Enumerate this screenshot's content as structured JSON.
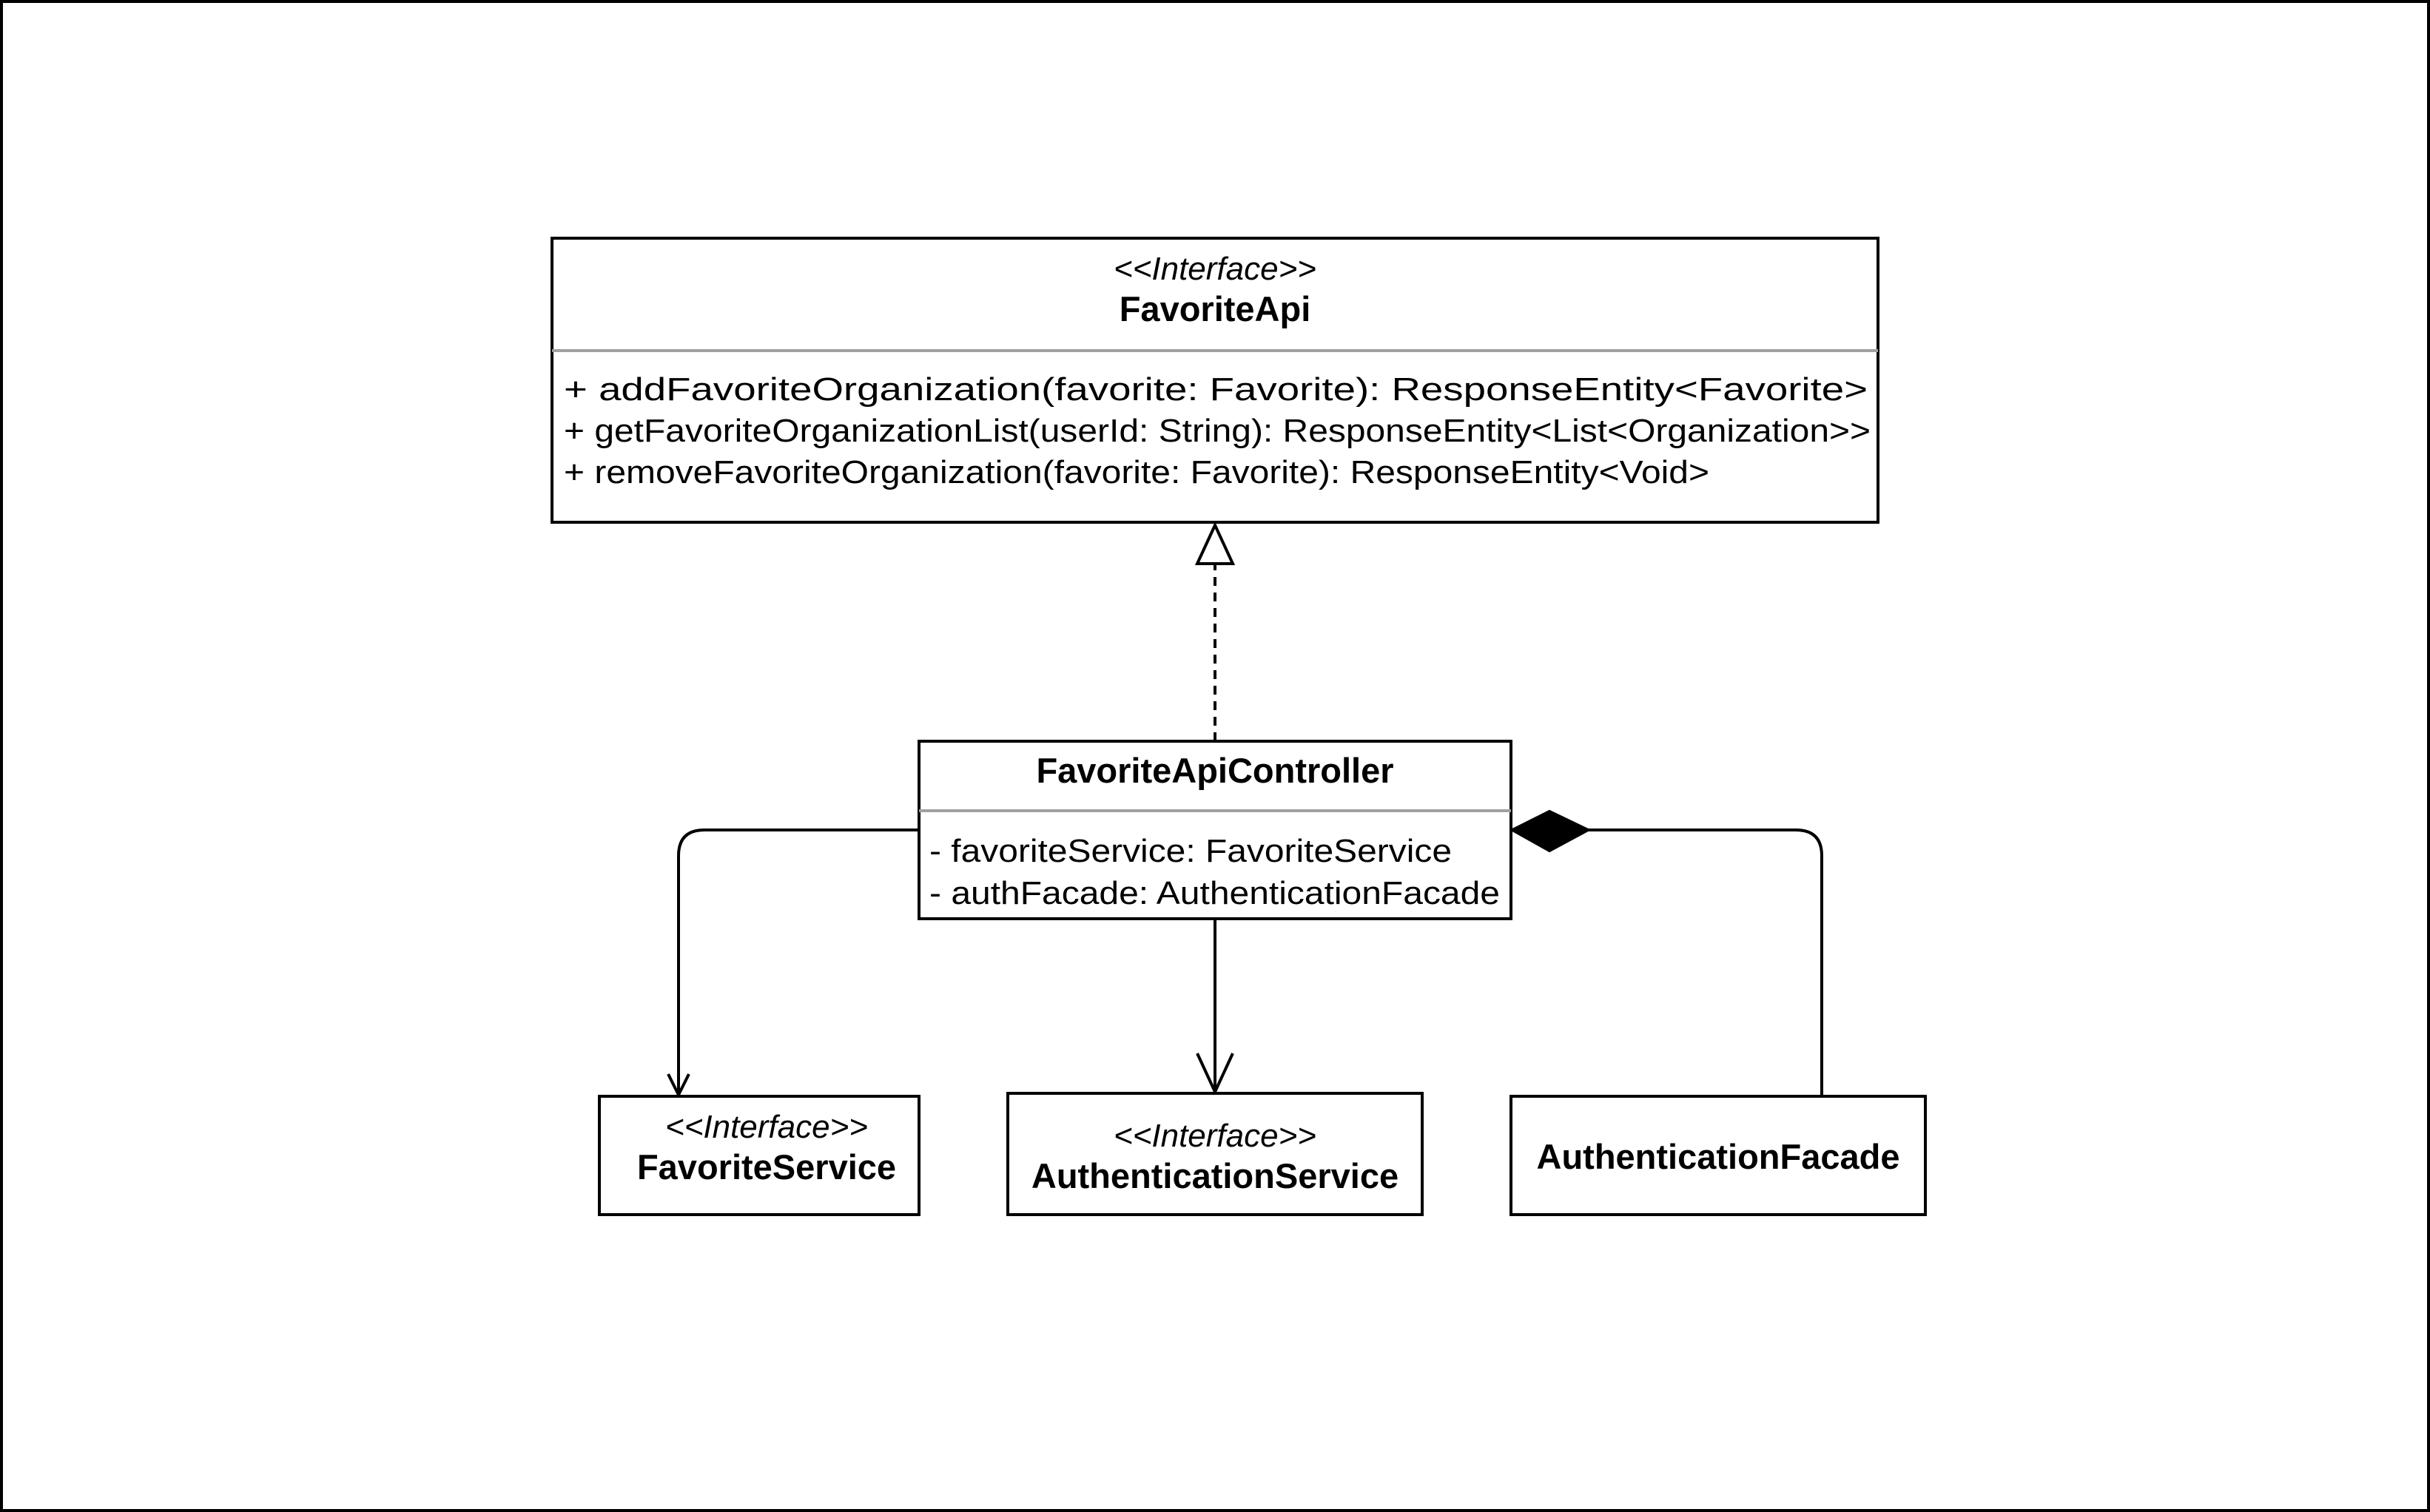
{
  "diagram": {
    "classes": {
      "favorite_api": {
        "stereotype": "<<Interface>>",
        "name": "FavoriteApi",
        "methods": [
          "+ addFavoriteOrganization(favorite: Favorite): ResponseEntity<Favorite>",
          "+ getFavoriteOrganizationList(userId: String): ResponseEntity<List<Organization>>",
          "+ removeFavoriteOrganization(favorite: Favorite): ResponseEntity<Void>"
        ]
      },
      "favorite_api_controller": {
        "name": "FavoriteApiController",
        "attributes": [
          "- favoriteService: FavoriteService",
          "- authFacade: AuthenticationFacade"
        ]
      },
      "favorite_service": {
        "stereotype": "<<Interface>>",
        "name": "FavoriteService"
      },
      "authentication_service": {
        "stereotype": "<<Interface>>",
        "name": "AuthenticationService"
      },
      "authentication_facade": {
        "name": "AuthenticationFacade"
      }
    },
    "relationships": [
      {
        "type": "realization",
        "from": "FavoriteApiController",
        "to": "FavoriteApi"
      },
      {
        "type": "association",
        "from": "FavoriteApiController",
        "to": "FavoriteService"
      },
      {
        "type": "association",
        "from": "FavoriteApiController",
        "to": "AuthenticationService"
      },
      {
        "type": "composition",
        "from": "AuthenticationFacade",
        "to": "FavoriteApiController"
      }
    ]
  }
}
